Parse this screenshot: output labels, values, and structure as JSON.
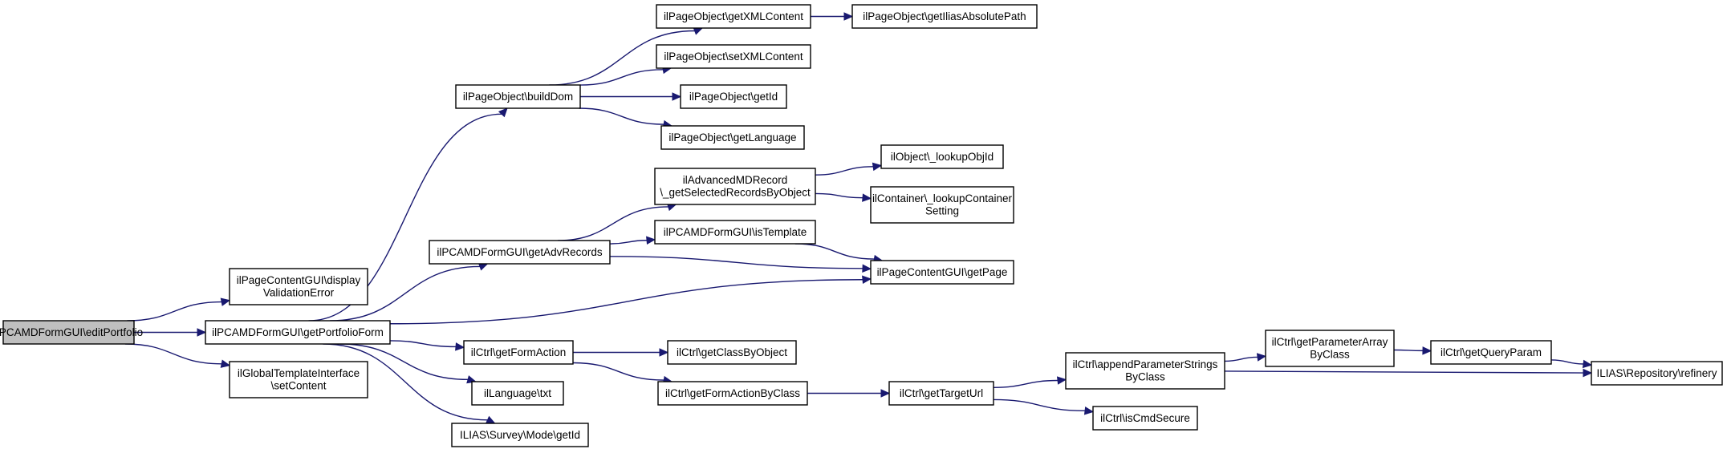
{
  "nodes": [
    {
      "id": "editPortfolio",
      "lines": [
        "ilPCAMDFormGUI\\editPortfolio"
      ],
      "root": true
    },
    {
      "id": "displayValidationError",
      "lines": [
        "ilPageContentGUI\\display",
        "ValidationError"
      ]
    },
    {
      "id": "getPortfolioForm",
      "lines": [
        "ilPCAMDFormGUI\\getPortfolioForm"
      ]
    },
    {
      "id": "setContent",
      "lines": [
        "ilGlobalTemplateInterface",
        "\\setContent"
      ]
    },
    {
      "id": "buildDom",
      "lines": [
        "ilPageObject\\buildDom"
      ]
    },
    {
      "id": "getAdvRecords",
      "lines": [
        "ilPCAMDFormGUI\\getAdvRecords"
      ]
    },
    {
      "id": "getPage",
      "lines": [
        "ilPageContentGUI\\getPage"
      ]
    },
    {
      "id": "getFormAction",
      "lines": [
        "ilCtrl\\getFormAction"
      ]
    },
    {
      "id": "txt",
      "lines": [
        "ilLanguage\\txt"
      ]
    },
    {
      "id": "surveyGetId",
      "lines": [
        "ILIAS\\Survey\\Mode\\getId"
      ]
    },
    {
      "id": "getXMLContent",
      "lines": [
        "ilPageObject\\getXMLContent"
      ]
    },
    {
      "id": "setXMLContent",
      "lines": [
        "ilPageObject\\setXMLContent"
      ]
    },
    {
      "id": "pageGetId",
      "lines": [
        "ilPageObject\\getId"
      ]
    },
    {
      "id": "getLanguage",
      "lines": [
        "ilPageObject\\getLanguage"
      ]
    },
    {
      "id": "getIliasAbsolutePath",
      "lines": [
        "ilPageObject\\getIliasAbsolutePath"
      ]
    },
    {
      "id": "getSelectedRecordsByObject",
      "lines": [
        "ilAdvancedMDRecord",
        "\\_getSelectedRecordsByObject"
      ]
    },
    {
      "id": "isTemplate",
      "lines": [
        "ilPCAMDFormGUI\\isTemplate"
      ]
    },
    {
      "id": "lookupObjId",
      "lines": [
        "ilObject\\_lookupObjId"
      ]
    },
    {
      "id": "lookupContainerSetting",
      "lines": [
        "ilContainer\\_lookupContainer",
        "Setting"
      ]
    },
    {
      "id": "getClassByObject",
      "lines": [
        "ilCtrl\\getClassByObject"
      ]
    },
    {
      "id": "getFormActionByClass",
      "lines": [
        "ilCtrl\\getFormActionByClass"
      ]
    },
    {
      "id": "getTargetUrl",
      "lines": [
        "ilCtrl\\getTargetUrl"
      ]
    },
    {
      "id": "appendParameterStringsByClass",
      "lines": [
        "ilCtrl\\appendParameterStrings",
        "ByClass"
      ]
    },
    {
      "id": "isCmdSecure",
      "lines": [
        "ilCtrl\\isCmdSecure"
      ]
    },
    {
      "id": "getParameterArrayByClass",
      "lines": [
        "ilCtrl\\getParameterArray",
        "ByClass"
      ]
    },
    {
      "id": "getQueryParam",
      "lines": [
        "ilCtrl\\getQueryParam"
      ]
    },
    {
      "id": "refinery",
      "lines": [
        "ILIAS\\Repository\\refinery"
      ]
    }
  ],
  "edges": [
    {
      "from": "editPortfolio",
      "to": "displayValidationError"
    },
    {
      "from": "editPortfolio",
      "to": "getPortfolioForm"
    },
    {
      "from": "editPortfolio",
      "to": "setContent"
    },
    {
      "from": "getPortfolioForm",
      "to": "buildDom"
    },
    {
      "from": "getPortfolioForm",
      "to": "getAdvRecords"
    },
    {
      "from": "getPortfolioForm",
      "to": "getPage"
    },
    {
      "from": "getPortfolioForm",
      "to": "getFormAction"
    },
    {
      "from": "getPortfolioForm",
      "to": "txt"
    },
    {
      "from": "getPortfolioForm",
      "to": "surveyGetId"
    },
    {
      "from": "buildDom",
      "to": "getXMLContent"
    },
    {
      "from": "buildDom",
      "to": "setXMLContent"
    },
    {
      "from": "buildDom",
      "to": "pageGetId"
    },
    {
      "from": "buildDom",
      "to": "getLanguage"
    },
    {
      "from": "getXMLContent",
      "to": "getIliasAbsolutePath"
    },
    {
      "from": "getAdvRecords",
      "to": "getSelectedRecordsByObject"
    },
    {
      "from": "getAdvRecords",
      "to": "isTemplate"
    },
    {
      "from": "getAdvRecords",
      "to": "getPage"
    },
    {
      "from": "getSelectedRecordsByObject",
      "to": "lookupObjId"
    },
    {
      "from": "getSelectedRecordsByObject",
      "to": "lookupContainerSetting"
    },
    {
      "from": "isTemplate",
      "to": "getPage"
    },
    {
      "from": "getFormAction",
      "to": "getClassByObject"
    },
    {
      "from": "getFormAction",
      "to": "getFormActionByClass"
    },
    {
      "from": "getFormActionByClass",
      "to": "getTargetUrl"
    },
    {
      "from": "getTargetUrl",
      "to": "appendParameterStringsByClass"
    },
    {
      "from": "getTargetUrl",
      "to": "isCmdSecure"
    },
    {
      "from": "appendParameterStringsByClass",
      "to": "getParameterArrayByClass"
    },
    {
      "from": "appendParameterStringsByClass",
      "to": "refinery"
    },
    {
      "from": "getParameterArrayByClass",
      "to": "getQueryParam"
    },
    {
      "from": "getQueryParam",
      "to": "refinery"
    }
  ]
}
